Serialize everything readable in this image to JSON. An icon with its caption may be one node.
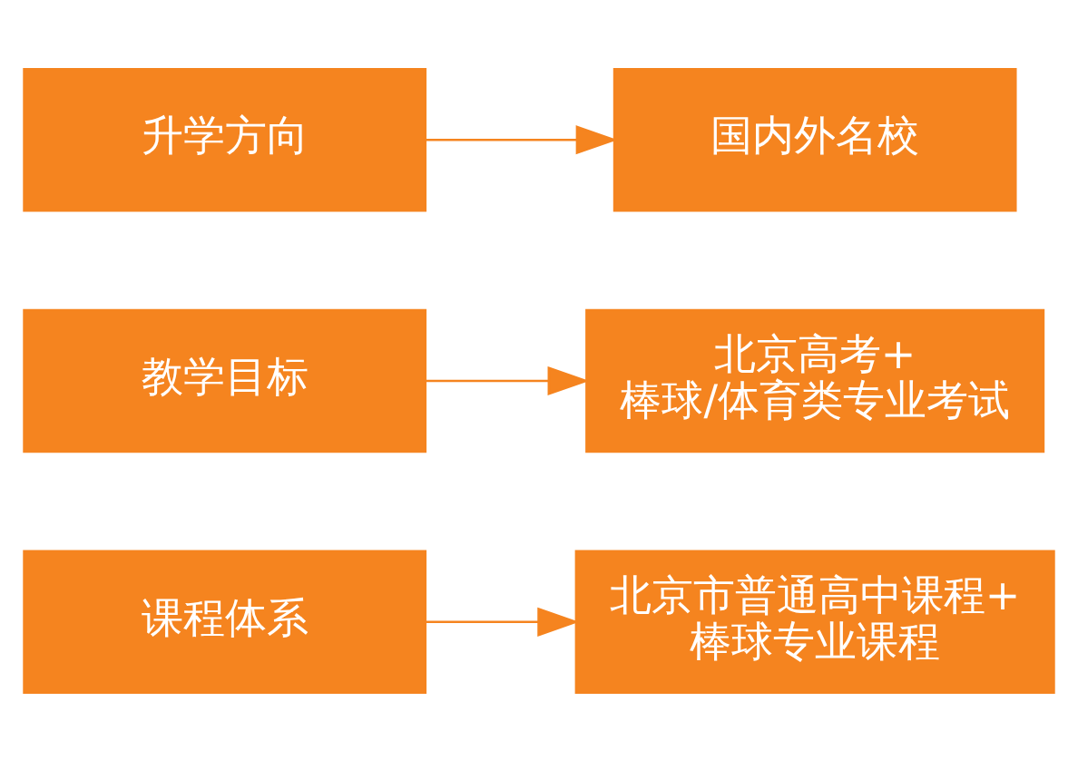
{
  "diagram": {
    "nodes": [
      {
        "text": [
          "课程体系"
        ]
      },
      {
        "text": [
          "北京市普通高中课程+棒球专业课程"
        ]
      },
      {
        "text": [
          "教学目标"
        ]
      },
      {
        "text": [
          "北京高考+棒球/体育类专业考试"
        ]
      },
      {
        "text": [
          "升学方向"
        ]
      },
      {
        "text": [
          "国内外名校"
        ]
      }
    ],
    "edges": [
      {
        "from": 0,
        "to": 1,
        "arrow": "to"
      },
      {
        "from": 2,
        "to": 3,
        "arrow": "to"
      },
      {
        "from": 4,
        "to": 5,
        "arrow": "to"
      }
    ]
  }
}
